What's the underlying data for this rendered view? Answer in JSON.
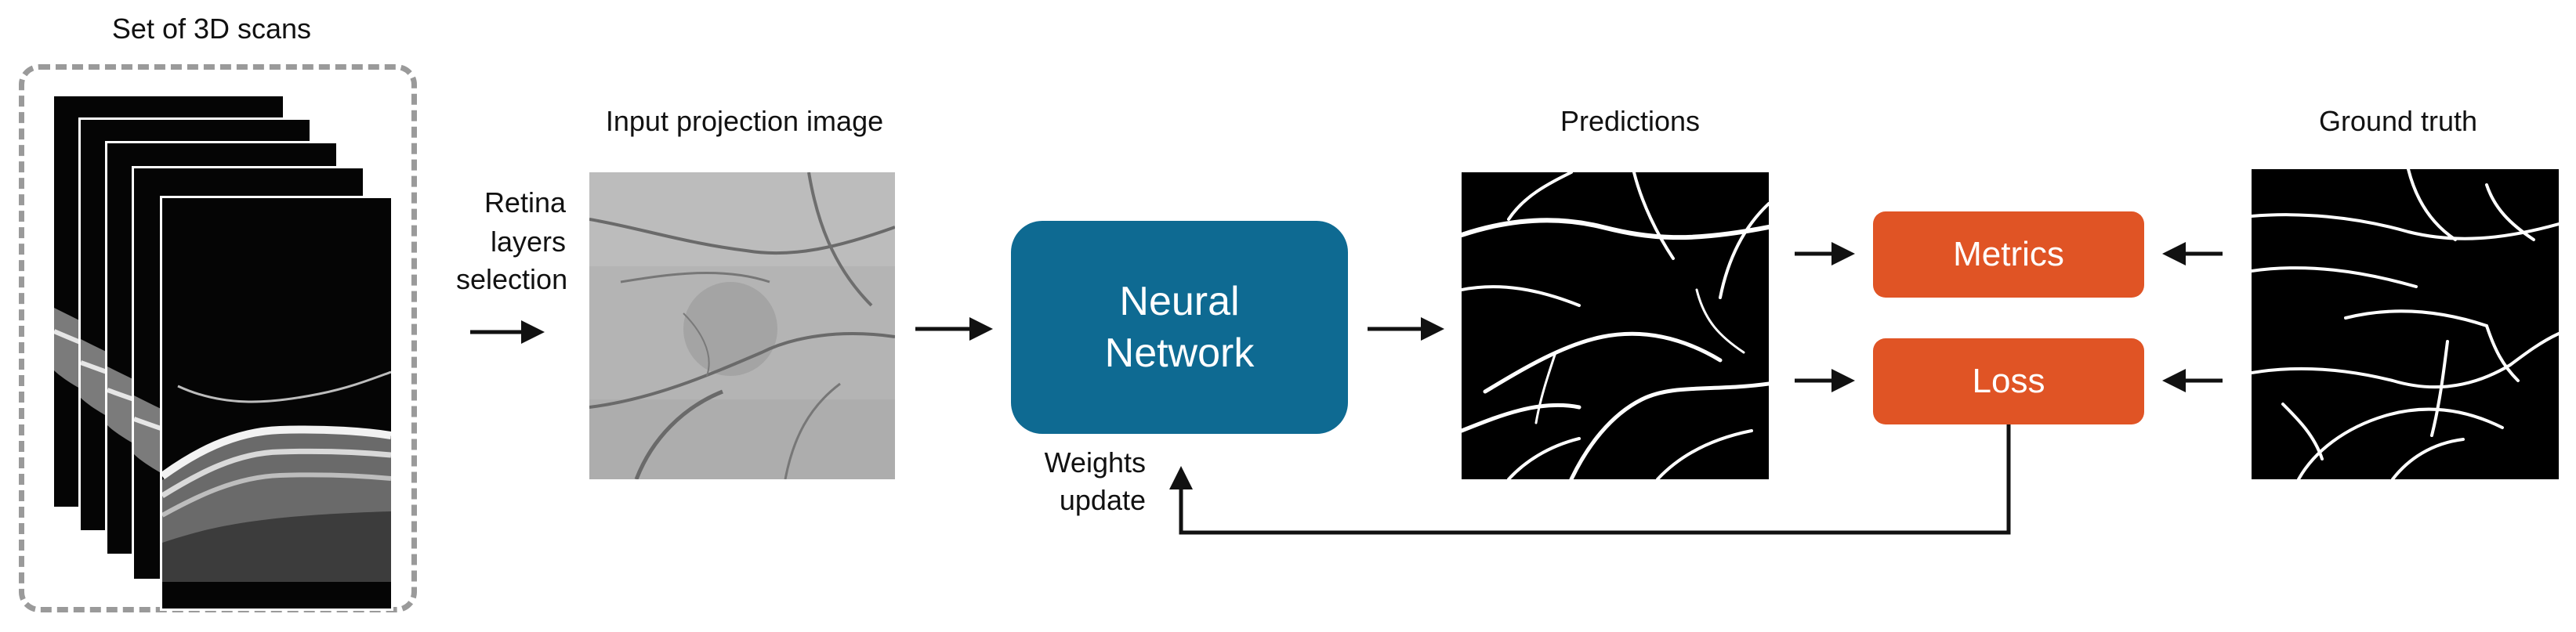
{
  "labels": {
    "stack_title": "Set of 3D scans",
    "layer_sel_1": "Retina",
    "layer_sel_2": "layers",
    "layer_sel_3": "selection",
    "input_title": "Input projection image",
    "nn_line1": "Neural",
    "nn_line2": "Network",
    "weights_1": "Weights",
    "weights_2": "update",
    "pred_title": "Predictions",
    "metrics": "Metrics",
    "loss": "Loss",
    "gt_title": "Ground truth"
  },
  "colors": {
    "network": "#0e6a92",
    "metrics_loss": "#e05425",
    "frame": "#9a9a9a"
  }
}
